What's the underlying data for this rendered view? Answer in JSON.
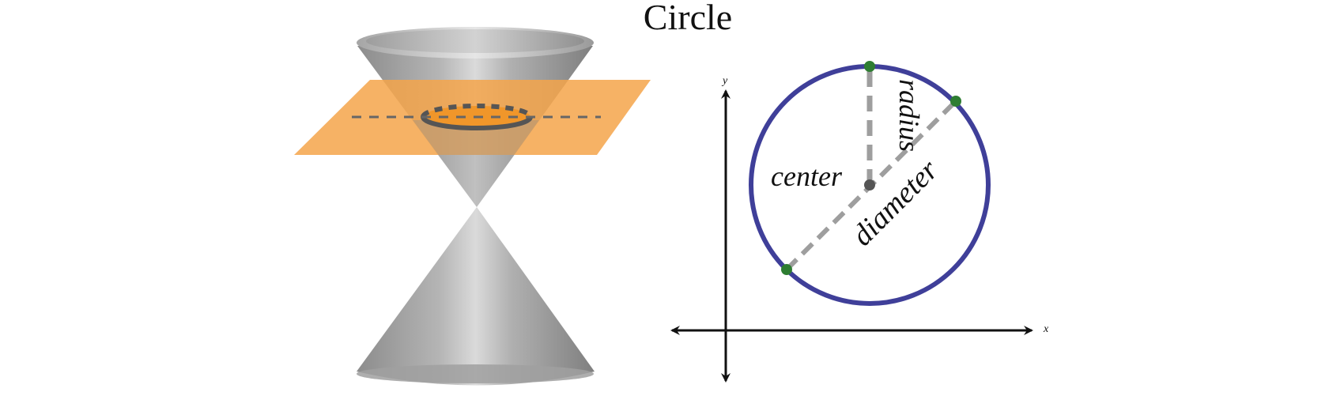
{
  "title": "Circle",
  "diagram": {
    "axes": {
      "x_label": "x",
      "y_label": "y"
    },
    "labels": {
      "center": "center",
      "radius": "radius",
      "diameter": "diameter"
    }
  },
  "colors": {
    "circle": "#3f3f99",
    "points": "#2e7d32",
    "center_point": "#555555",
    "dashed_segments": "#9e9e9e",
    "plane": "#f5a54a",
    "cone": "#9a9a9a",
    "axes": "#111111"
  }
}
